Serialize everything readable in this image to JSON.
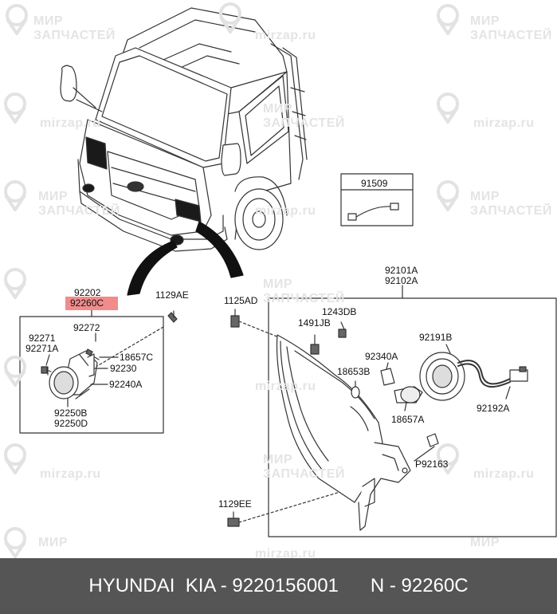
{
  "watermark": {
    "brand_line1": "МИР",
    "brand_line2": "ЗАПЧАСТЕЙ",
    "domain": "mirzap.ru"
  },
  "labels": {
    "p92202": "92202",
    "p92260C": "92260C",
    "p1129AE": "1129AE",
    "p92272": "92272",
    "p92271": "92271",
    "p92271A": "92271A",
    "p18657C": "18657C",
    "p92230": "92230",
    "p92240A": "92240A",
    "p92250B": "92250B",
    "p92250D": "92250D",
    "p1125AD": "1125AD",
    "p92101A": "92101A",
    "p92102A": "92102A",
    "p1243DB": "1243DB",
    "p1491JB": "1491JB",
    "p92191B": "92191B",
    "p92340A": "92340A",
    "p18653B": "18653B",
    "p18657A": "18657A",
    "p92192A": "92192A",
    "pP92163": "P92163",
    "p1129EE": "1129EE",
    "p91509": "91509"
  },
  "footer": {
    "text": "HYUNDAI  KIA - 9220156001      N - 92260C"
  }
}
